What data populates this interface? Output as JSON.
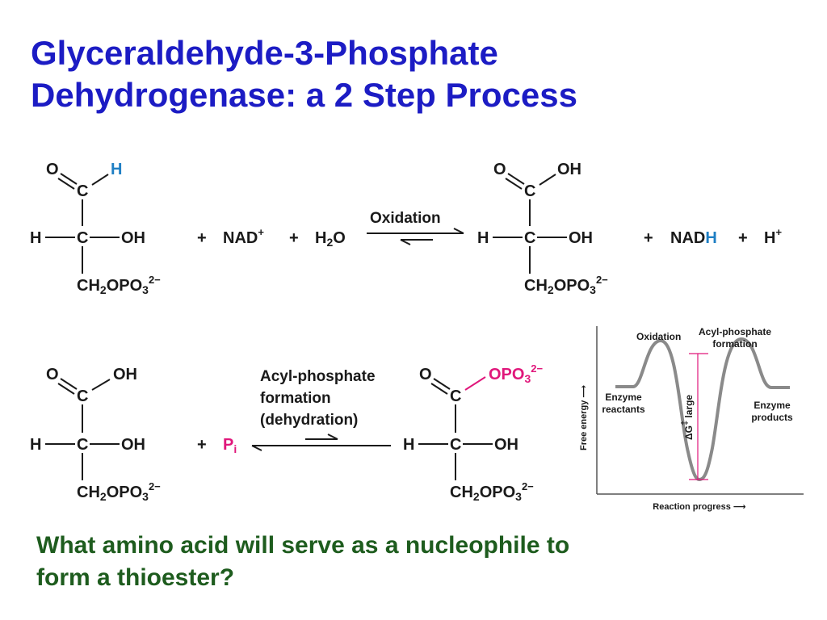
{
  "slide": {
    "title_line1": "Glyceraldehyde-3-Phosphate",
    "title_line2": "Dehydrogenase: a 2 Step Process",
    "question_line1": "What amino acid will serve as a nucleophile to",
    "question_line2": "form a thioester?"
  },
  "reaction1": {
    "plus": "+",
    "nad": "NAD",
    "nad_charge": "+",
    "water": "H",
    "water_sub": "2",
    "water_o": "O",
    "arrow_label": "Oxidation",
    "nadh_base": "NAD",
    "nadh_h": "H",
    "proton": "H",
    "proton_charge": "+"
  },
  "reaction2": {
    "plus": "+",
    "pi": "P",
    "pi_sub": "i",
    "arrow_label_line1": "Acyl-phosphate",
    "arrow_label_line2": "formation",
    "arrow_label_line3": "(dehydration)"
  },
  "molecule": {
    "O": "O",
    "C": "C",
    "H": "H",
    "OH": "OH",
    "ch2": "CH",
    "ch2_sub": "2",
    "opo3": "OPO",
    "opo3_sub": "3",
    "opo3_charge": "2−"
  },
  "energy_diagram": {
    "peak1_label": "Oxidation",
    "peak2_label_line1": "Acyl-phosphate",
    "peak2_label_line2": "formation",
    "left_label_line1": "Enzyme",
    "left_label_line2": "reactants",
    "right_label_line1": "Enzyme",
    "right_label_line2": "products",
    "dg_label": "ΔG",
    "dg_ddagger": "‡",
    "dg_suffix": " large",
    "y_axis": "Free energy ⟶",
    "x_axis": "Reaction progress ⟶"
  },
  "colors": {
    "title": "#1c1cc4",
    "question": "#1e5c1e",
    "highlight_blue": "#1f7fc4",
    "highlight_magenta": "#e0177b",
    "curve": "#8a8a8a"
  }
}
